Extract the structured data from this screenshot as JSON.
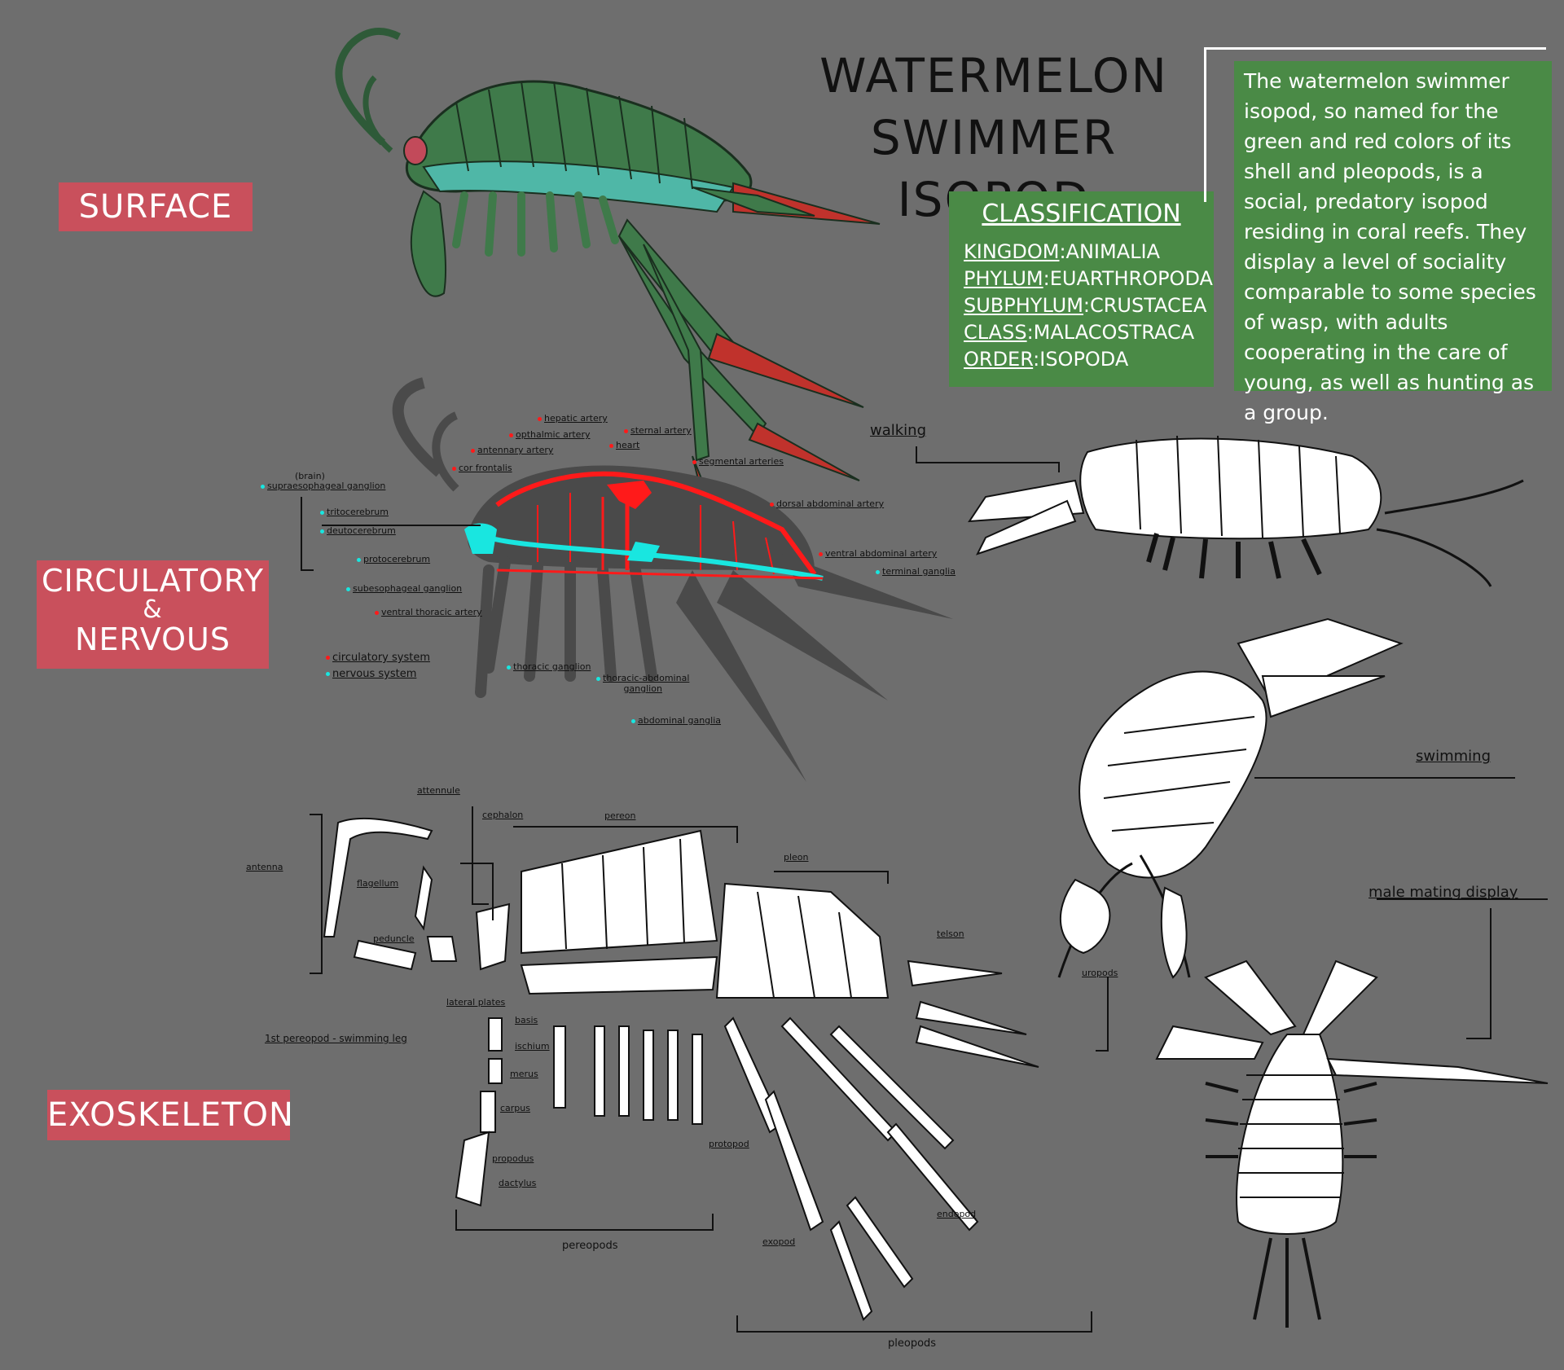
{
  "title": {
    "line1": "WATERMELON",
    "line2": "SWIMMER ISOPOD"
  },
  "sections": {
    "surface": "SURFACE",
    "circ1": "CIRCULATORY",
    "circ2": "&",
    "circ3": "NERVOUS",
    "exo": "EXOSKELETON"
  },
  "classification": {
    "heading": "CLASSIFICATION",
    "rows": [
      {
        "key": "KINGDOM",
        "value": ":ANIMALIA"
      },
      {
        "key": "PHYLUM",
        "value": ":EUARTHROPODA"
      },
      {
        "key": "SUBPHYLUM",
        "value": ":CRUSTACEA"
      },
      {
        "key": "CLASS",
        "value": ":MALACOSTRACA"
      },
      {
        "key": "ORDER",
        "value": ":ISOPODA"
      }
    ]
  },
  "description": "The watermelon swimmer isopod, so named for the green and red colors of its shell and pleopods, is a social, predatory isopod residing in coral reefs. They display a level of sociality comparable to some species of wasp, with adults cooperating in the care of young, as well as hunting as a group.",
  "poses": {
    "walking": "walking",
    "swimming": "swimming",
    "mating": "male mating display"
  },
  "anatomy": {
    "brain": "(brain)",
    "supra": "supraesophageal ganglion",
    "trito": "tritocerebrum",
    "deuto": "deutocerebrum",
    "proto": "protocerebrum",
    "subeso": "subesophageal ganglion",
    "ventral_thoracic": "ventral thoracic artery",
    "cor": "cor frontalis",
    "antennary": "antennary artery",
    "ophthalmic": "opthalmic artery",
    "hepatic": "hepatic artery",
    "heart": "heart",
    "sternal": "sternal artery",
    "segmental": "segmental arteries",
    "dorsal_abd": "dorsal abdominal artery",
    "ventral_abd": "ventral abdominal artery",
    "terminal": "terminal ganglia",
    "thoracic_g": "thoracic ganglion",
    "thor_abd1": "thoracic-abdominal",
    "thor_abd2": "ganglion",
    "abdominal_g": "abdominal ganglia",
    "legend_circ": "circulatory system",
    "legend_nerv": "nervous system"
  },
  "exo": {
    "attennule": "attennule",
    "cephalon": "cephalon",
    "pereon": "pereon",
    "pleon": "pleon",
    "antenna": "antenna",
    "flagellum": "flagellum",
    "peduncle": "peduncle",
    "telson": "telson",
    "uropods": "uropods",
    "lateral": "lateral plates",
    "pereopod1": "1st pereopod - swimming leg",
    "basis": "basis",
    "ischium": "ischium",
    "merus": "merus",
    "carpus": "carpus",
    "propodus": "propodus",
    "dactylus": "dactylus",
    "pereopods": "pereopods",
    "protopod": "protopod",
    "endopod": "endopod",
    "exopod": "exopod",
    "pleopods": "pleopods"
  },
  "colors": {
    "background": "#6e6e6e",
    "label_red": "#c9505c",
    "box_green": "#4a8a46",
    "shell_green": "#3f7a4a",
    "belly_teal": "#4fb7a7",
    "pleopod_red": "#c0322c",
    "artery_red": "#ff1a1a",
    "nerve_cyan": "#19e6e0"
  },
  "icons": [
    "isopod-surface-illustration",
    "isopod-shadow-illustration",
    "isopod-walking-illustration",
    "isopod-swimming-illustration",
    "isopod-mating-display-illustration"
  ]
}
